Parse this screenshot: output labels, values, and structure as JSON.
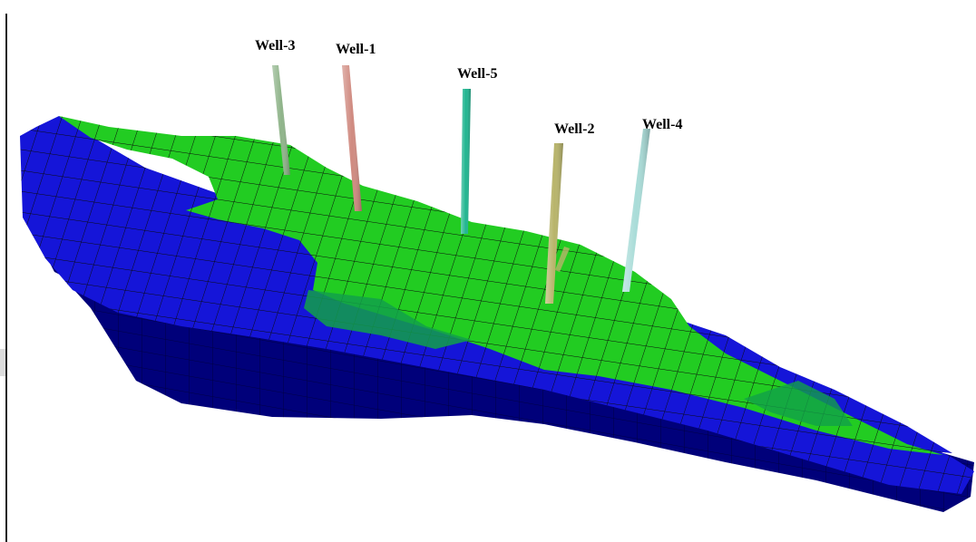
{
  "wells": [
    {
      "label": "Well-3",
      "color": "#8fb48a"
    },
    {
      "label": "Well-1",
      "color": "#d08a80"
    },
    {
      "label": "Well-5",
      "color": "#20b590"
    },
    {
      "label": "Well-2",
      "color": "#b8b46a"
    },
    {
      "label": "Well-4",
      "color": "#a9dcd8"
    }
  ],
  "colors": {
    "green_cells": "#22cc22",
    "blue_cells": "#1515d8",
    "dark_blue_base": "#00007a",
    "grid_lines": "#0a0a0a"
  }
}
